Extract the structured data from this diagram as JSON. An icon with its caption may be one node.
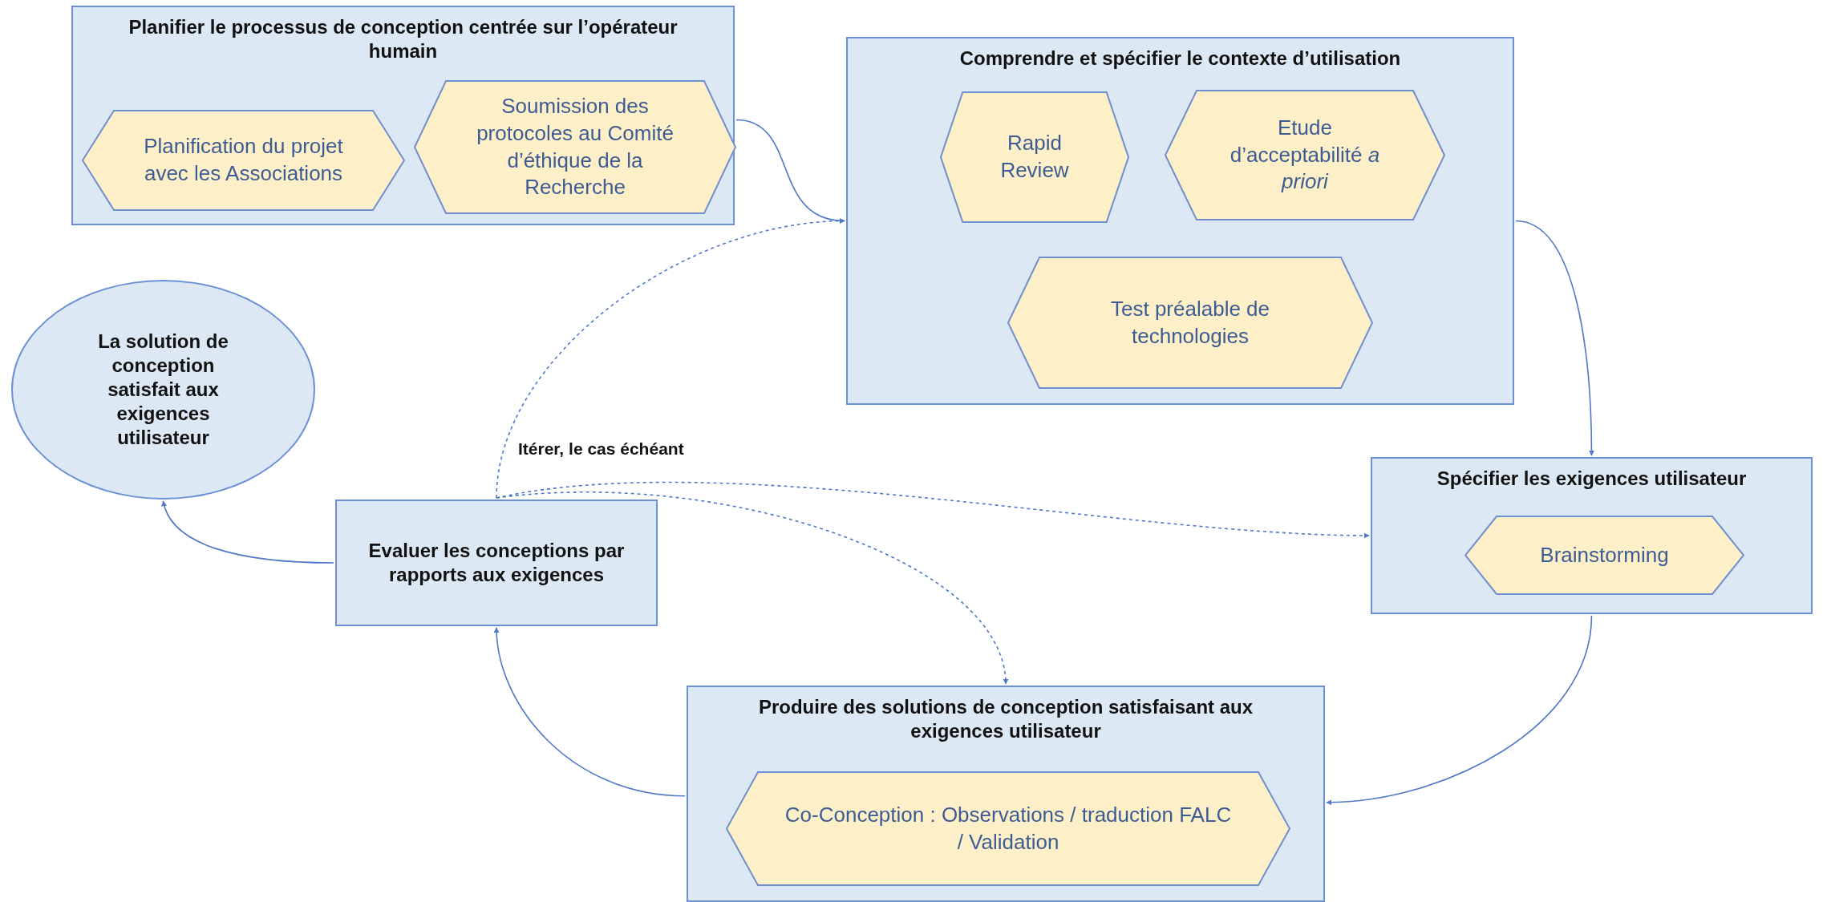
{
  "diagram": {
    "nodes": [
      {
        "text": [
          "Planifier le processus de conception centrée sur l’opérateur humain"
        ]
      },
      {
        "text": [
          "Planification du projet avec les Associations"
        ],
        "in": 0
      },
      {
        "text": [
          "Soumission des protocoles au Comité d’éthique de la Recherche"
        ],
        "in": 0
      },
      {
        "text": [
          "Comprendre et spécifier le contexte d’utilisation"
        ]
      },
      {
        "text": [
          "Rapid Review"
        ],
        "in": 3
      },
      {
        "text": [
          "Etude d’acceptabilité *a priori*"
        ],
        "in": 3
      },
      {
        "text": [
          "Test préalable de technologies"
        ],
        "in": 3
      },
      {
        "text": [
          "La solution de conception satisfait aux exigences utilisateur"
        ]
      },
      {
        "text": [
          "Evaluer les conceptions par rapports aux exigences"
        ]
      },
      {
        "text": [
          "Spécifier les exigences utilisateur"
        ]
      },
      {
        "text": [
          "Brainstorming"
        ],
        "in": 9
      },
      {
        "text": [
          "Produire des solutions de conception satisfaisant aux exigences utilisateur"
        ]
      },
      {
        "text": [
          "Co-Conception : Observations / traduction FALC / Validation"
        ],
        "in": 11
      }
    ],
    "edges": [
      {
        "from": 0,
        "to": 3,
        "arrow": "to"
      },
      {
        "from": 3,
        "to": 9,
        "arrow": "to"
      },
      {
        "from": 9,
        "to": 11,
        "arrow": "to"
      },
      {
        "from": 11,
        "to": 8,
        "arrow": "to"
      },
      {
        "from": 8,
        "to": 7,
        "arrow": "to"
      },
      {
        "from": 8,
        "to": 3,
        "arrow": "to",
        "style": "dashed"
      },
      {
        "from": 8,
        "to": 9,
        "arrow": "to",
        "style": "dashed"
      },
      {
        "from": 8,
        "to": 11,
        "arrow": "to",
        "style": "dashed"
      }
    ],
    "labels": [
      "Itérer, le cas échéant"
    ]
  }
}
